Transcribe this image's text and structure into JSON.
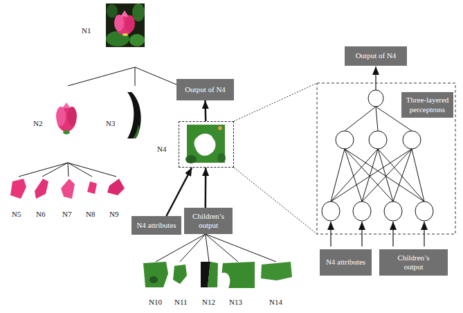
{
  "diagram": {
    "nodes": [
      {
        "text": [
          "N1"
        ]
      },
      {
        "text": [
          "N2"
        ]
      },
      {
        "text": [
          "N3"
        ]
      },
      {
        "text": [
          "Output of N4"
        ]
      },
      {
        "text": [
          "N4"
        ]
      },
      {
        "text": [
          "N5"
        ]
      },
      {
        "text": [
          "N6"
        ]
      },
      {
        "text": [
          "N7"
        ]
      },
      {
        "text": [
          "N8"
        ]
      },
      {
        "text": [
          "N9"
        ]
      },
      {
        "text": [
          "N4 attributes"
        ]
      },
      {
        "text": [
          "Children’s output"
        ]
      },
      {
        "text": [
          "N10"
        ]
      },
      {
        "text": [
          "N11"
        ]
      },
      {
        "text": [
          "N12"
        ]
      },
      {
        "text": [
          "N13"
        ]
      },
      {
        "text": [
          "N14"
        ]
      },
      {
        "text": [
          "Output of N4"
        ]
      },
      {
        "text": [
          "Three-layered perceptrons"
        ]
      },
      {
        "text": [
          "N4 attributes"
        ]
      },
      {
        "text": [
          "Children’s output"
        ]
      }
    ],
    "edges": [
      {
        "from": 0,
        "to": 1,
        "arrow": "none"
      },
      {
        "from": 0,
        "to": 2,
        "arrow": "none"
      },
      {
        "from": 0,
        "to": 3,
        "arrow": "none"
      },
      {
        "from": 4,
        "to": 3,
        "arrow": "to"
      },
      {
        "from": 1,
        "to": 5,
        "arrow": "none"
      },
      {
        "from": 1,
        "to": 6,
        "arrow": "none"
      },
      {
        "from": 1,
        "to": 7,
        "arrow": "none"
      },
      {
        "from": 1,
        "to": 8,
        "arrow": "none"
      },
      {
        "from": 1,
        "to": 9,
        "arrow": "none"
      },
      {
        "from": 10,
        "to": 4,
        "arrow": "to"
      },
      {
        "from": 11,
        "to": 4,
        "arrow": "to"
      },
      {
        "from": 11,
        "to": 12,
        "arrow": "none"
      },
      {
        "from": 11,
        "to": 13,
        "arrow": "none"
      },
      {
        "from": 11,
        "to": 14,
        "arrow": "none"
      },
      {
        "from": 11,
        "to": 15,
        "arrow": "none"
      },
      {
        "from": 11,
        "to": 16,
        "arrow": "none"
      }
    ]
  }
}
